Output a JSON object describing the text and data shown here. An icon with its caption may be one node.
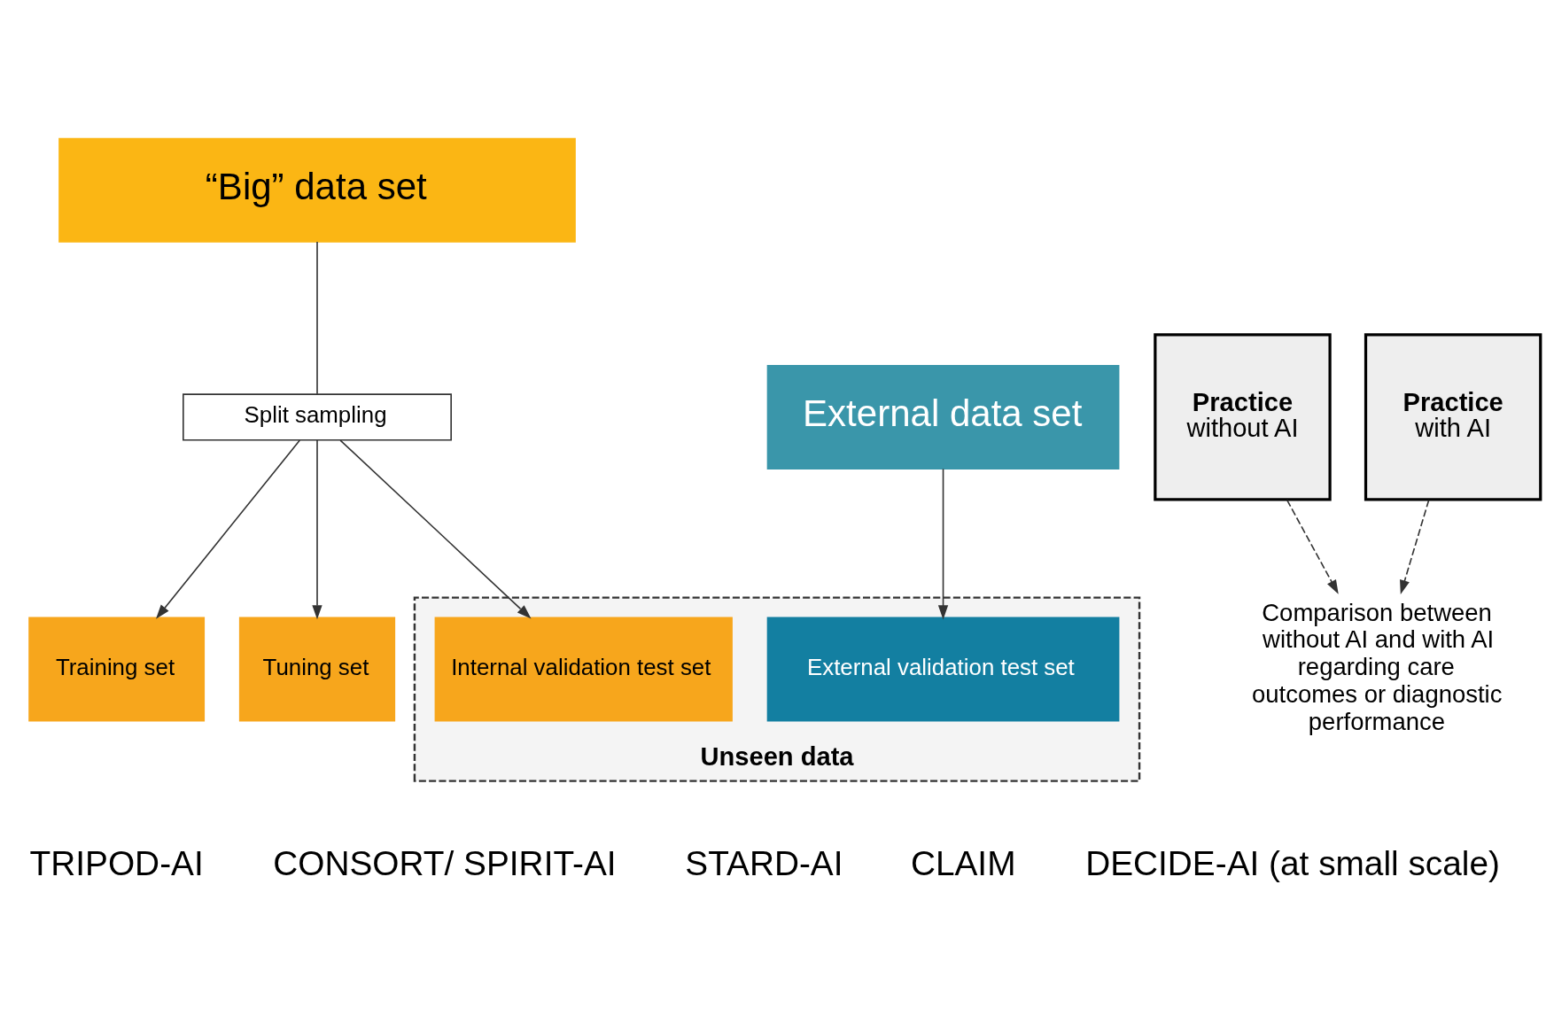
{
  "diagram": {
    "nodes": [
      {
        "text": [
          "“Big” data set"
        ]
      },
      {
        "text": [
          "External data set"
        ]
      },
      {
        "text": [
          "Split sampling"
        ]
      },
      {
        "text": [
          "Training set"
        ]
      },
      {
        "text": [
          "Tuning set"
        ]
      },
      {
        "text": [
          "Unseen data"
        ]
      },
      {
        "text": [
          "Internal validation test set"
        ],
        "in": 5
      },
      {
        "text": [
          "External validation test set"
        ],
        "in": 5
      },
      {
        "text": [
          "Practice",
          "without AI"
        ]
      },
      {
        "text": [
          "Practice",
          "with AI"
        ]
      },
      {
        "text": [
          "Comparison between without AI and with AI regarding care outcomes or diagnostic performance"
        ]
      }
    ],
    "edges": [
      {
        "from": 0,
        "to": 2,
        "arrow": "none"
      },
      {
        "from": 2,
        "to": 3,
        "arrow": "to"
      },
      {
        "from": 2,
        "to": 4,
        "arrow": "to"
      },
      {
        "from": 2,
        "to": 6,
        "arrow": "to"
      },
      {
        "from": 1,
        "to": 7,
        "arrow": "to"
      },
      {
        "from": 8,
        "to": 10,
        "arrow": "to",
        "style": "dashed"
      },
      {
        "from": 9,
        "to": 10,
        "arrow": "to",
        "style": "dashed"
      }
    ],
    "labels": [
      "TRIPOD-AI",
      "CONSORT/ SPIRIT-AI",
      "STARD-AI",
      "CLAIM",
      "DECIDE-AI (at small scale)"
    ]
  }
}
